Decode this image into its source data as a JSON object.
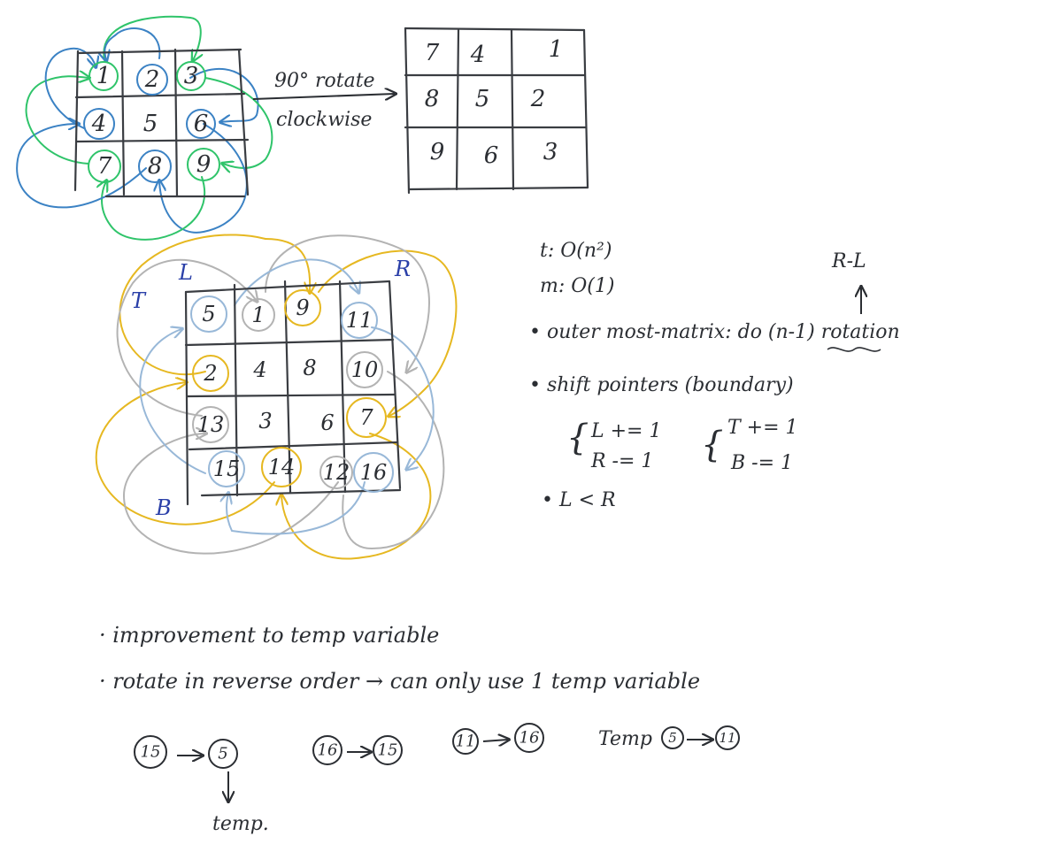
{
  "colors": {
    "ink": "#2b2e33",
    "blue": "#3b82c4",
    "green": "#2fc46a",
    "yellow": "#e6b821",
    "gray": "#b3b3b3",
    "lightblue": "#98b8d8",
    "label_blue": "#2a3fa8"
  },
  "matrix3": {
    "cells": [
      "1",
      "2",
      "3",
      "4",
      "5",
      "6",
      "7",
      "8",
      "9"
    ],
    "rotate_label_1": "90° rotate",
    "rotate_label_2": "clockwise"
  },
  "rotated3": {
    "cells": [
      "7",
      "4",
      "1",
      "8",
      "5",
      "2",
      "9",
      "6",
      "3"
    ]
  },
  "matrix4": {
    "cells": [
      "5",
      "1",
      "9",
      "11",
      "2",
      "4",
      "8",
      "10",
      "13",
      "3",
      "6",
      "7",
      "15",
      "14",
      "12",
      "16"
    ],
    "label_T": "T",
    "label_L": "L",
    "label_R": "R",
    "label_B": "B"
  },
  "notes": {
    "time": "t: O(n²)",
    "mem": "m: O(1)",
    "r_minus_l": "R-L",
    "bullet1": "• outer most-matrix: do (n-1) rotation",
    "bullet2": "• shift pointers (boundary)",
    "lr_1": "L += 1",
    "lr_2": "R -= 1",
    "tb_1": "T += 1",
    "tb_2": "B -= 1",
    "bullet3": "• L < R"
  },
  "bottom": {
    "line1": "· improvement to temp variable",
    "line2": "· rotate in reverse order → can only use 1 temp variable",
    "seq": [
      {
        "from": "15",
        "to": "5"
      },
      {
        "from": "16",
        "to": "15"
      },
      {
        "from": "11",
        "to": "16"
      },
      {
        "from": "5",
        "to": "11",
        "prefix": "Temp"
      }
    ],
    "temp_label": "temp."
  }
}
